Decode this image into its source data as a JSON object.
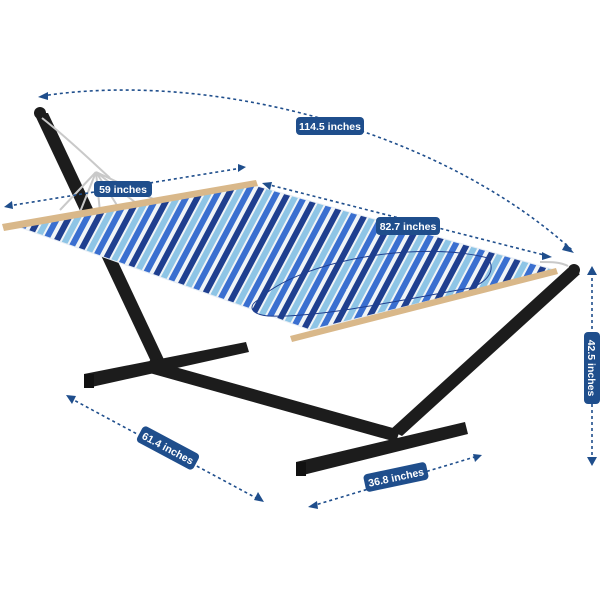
{
  "product": {
    "colors": {
      "frame": "#1c1c1c",
      "spreader_bar": "#d9b88a",
      "stripe_navy": "#1f3f8f",
      "stripe_royal": "#2b5cc2",
      "stripe_sky": "#8ec5e6",
      "stripe_white": "#f1f5f7",
      "dimension_accent": "#1f4e8c"
    }
  },
  "dimensions": {
    "overall_length": "114.5 inches",
    "bed_width": "59 inches",
    "bed_length": "82.7 inches",
    "height": "42.5 inches",
    "base_length": "61.4 inches",
    "base_width": "36.8 inches"
  }
}
